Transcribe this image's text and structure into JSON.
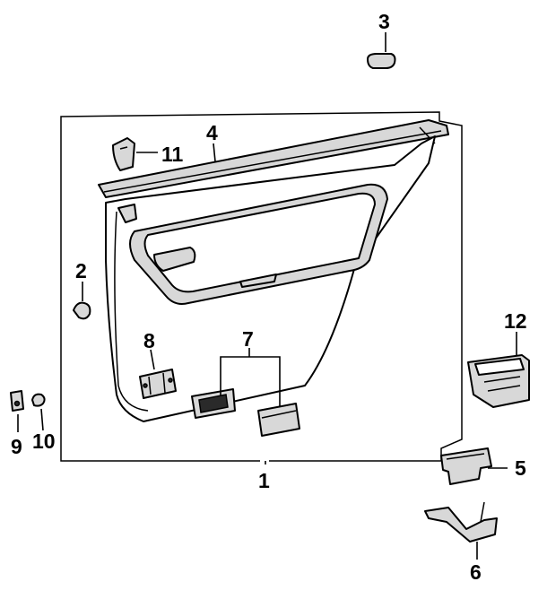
{
  "diagram": {
    "callouts": [
      "1",
      "2",
      "3",
      "4",
      "5",
      "6",
      "7",
      "8",
      "9",
      "10",
      "11",
      "12"
    ]
  },
  "colors": {
    "line": "#000000",
    "background": "#ffffff",
    "shade": "#d8d8d8"
  }
}
